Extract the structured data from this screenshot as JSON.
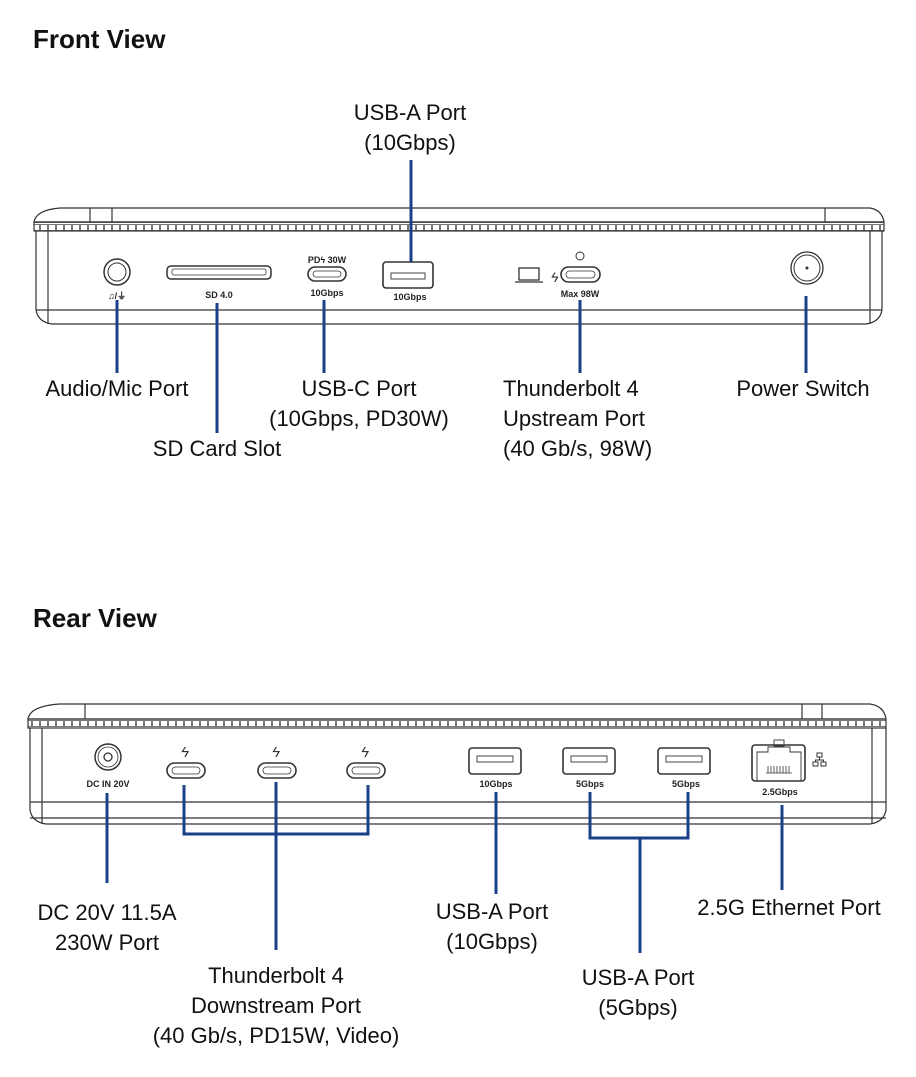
{
  "front": {
    "title": "Front View",
    "port_markings": {
      "audio": "☊/↓",
      "sd": "SD 4.0",
      "usbc_top": "PDϟ 30W",
      "usbc_bottom": "10Gbps",
      "usba": "10Gbps",
      "tb_upstream": "Max 98W"
    },
    "callouts": {
      "usba": [
        "USB-A Port",
        "(10Gbps)"
      ],
      "audio": [
        "Audio/Mic Port"
      ],
      "sd": [
        "SD Card Slot"
      ],
      "usbc": [
        "USB-C Port",
        "(10Gbps, PD30W)"
      ],
      "tb_upstream": [
        "Thunderbolt 4",
        "Upstream Port",
        "(40 Gb/s, 98W)"
      ],
      "power": [
        "Power Switch"
      ]
    }
  },
  "rear": {
    "title": "Rear View",
    "port_markings": {
      "dc": "DC IN 20V",
      "usba1": "10Gbps",
      "usba2": "5Gbps",
      "usba3": "5Gbps",
      "ethernet": "2.5Gbps"
    },
    "callouts": {
      "dc": [
        "DC 20V 11.5A",
        "230W Port"
      ],
      "tb_downstream": [
        "Thunderbolt 4",
        "Downstream Port",
        "(40 Gb/s, PD15W, Video)"
      ],
      "usba_10": [
        "USB-A Port",
        "(10Gbps)"
      ],
      "usba_5": [
        "USB-A Port",
        "(5Gbps)"
      ],
      "ethernet": [
        "2.5G Ethernet Port"
      ]
    }
  },
  "colors": {
    "leader_line": "#1c3f8a",
    "outline": "#333333"
  }
}
